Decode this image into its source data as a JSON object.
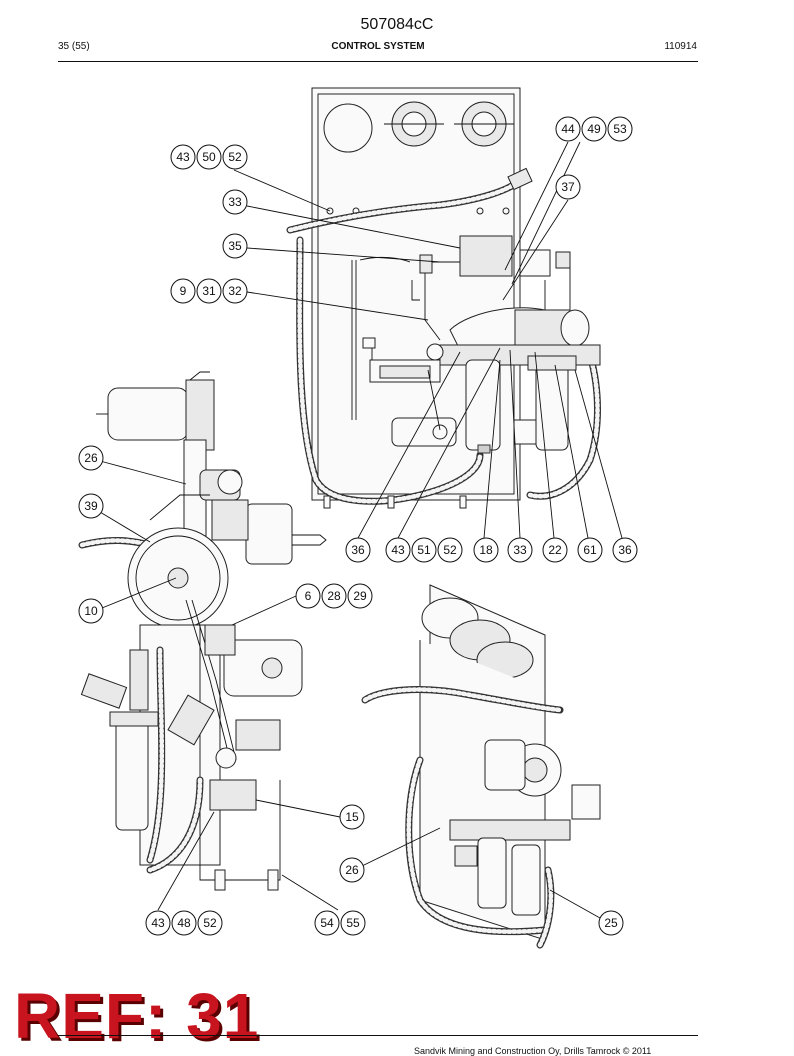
{
  "header": {
    "doc_id": "507084cC",
    "page": "35 (55)",
    "section": "CONTROL SYSTEM",
    "code": "110914"
  },
  "overlay": {
    "ref_label": "REF: 31"
  },
  "footer": {
    "copyright": "Sandvik Mining and Construction Oy, Drills Tamrock © 2011"
  },
  "callout_groups": [
    [
      "44",
      "49",
      "53"
    ],
    [
      "43",
      "50",
      "52"
    ],
    [
      "37"
    ],
    [
      "33"
    ],
    [
      "35"
    ],
    [
      "9",
      "31",
      "32"
    ],
    [
      "26"
    ],
    [
      "39"
    ],
    [
      "36"
    ],
    [
      "43",
      "51",
      "52"
    ],
    [
      "18"
    ],
    [
      "33"
    ],
    [
      "22"
    ],
    [
      "61"
    ],
    [
      "36"
    ],
    [
      "6",
      "28",
      "29"
    ],
    [
      "10"
    ],
    [
      "15"
    ],
    [
      "26"
    ],
    [
      "43",
      "48",
      "52"
    ],
    [
      "54",
      "55"
    ],
    [
      "25"
    ]
  ]
}
